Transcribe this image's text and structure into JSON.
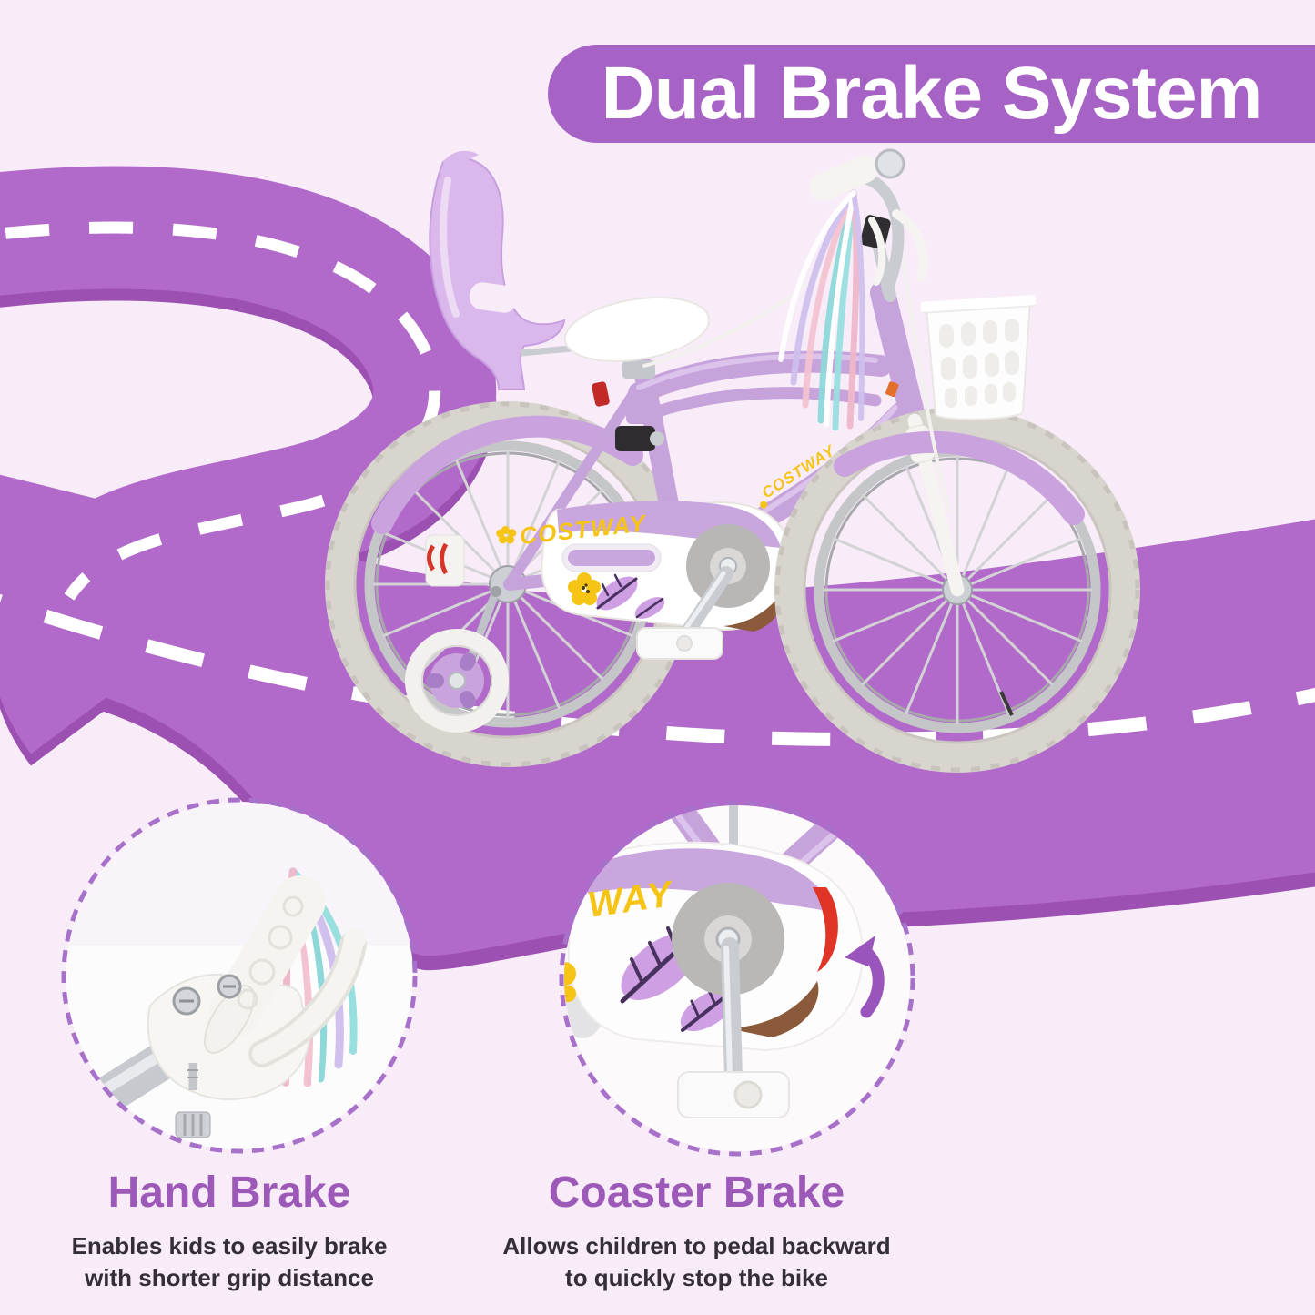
{
  "banner": {
    "title": "Dual Brake System"
  },
  "brand": {
    "name": "COSTWAY",
    "guard_logo": "COSTWAY",
    "frame_logo": "COSTWAY",
    "guard_logo_partial": "WAY"
  },
  "features": [
    {
      "id": "hand-brake",
      "title": "Hand Brake",
      "description_line1": "Enables kids to easily brake",
      "description_line2": "with shorter grip distance"
    },
    {
      "id": "coaster-brake",
      "title": "Coaster Brake",
      "description_line1": "Allows children to pedal backward",
      "description_line2": "to quickly stop the bike"
    }
  ],
  "colors": {
    "background": "#f8ecf8",
    "road": "#b26aca",
    "road_edge": "#9c50b2",
    "road_dashes": "#ffffff",
    "banner_bg": "#a762c5",
    "banner_text": "#ffffff",
    "heading_text": "#9c59b8",
    "body_text": "#332e38",
    "callout_border": "#a771ca",
    "bike_frame": "#c7a3db",
    "logo_yellow": "#f6c414",
    "accent_red": "#e03426",
    "accent_brown": "#8a5a3b",
    "streamer_teal": "#8fd8da",
    "streamer_pink": "#f4c3d2",
    "streamer_lavender": "#cfc0ee"
  }
}
